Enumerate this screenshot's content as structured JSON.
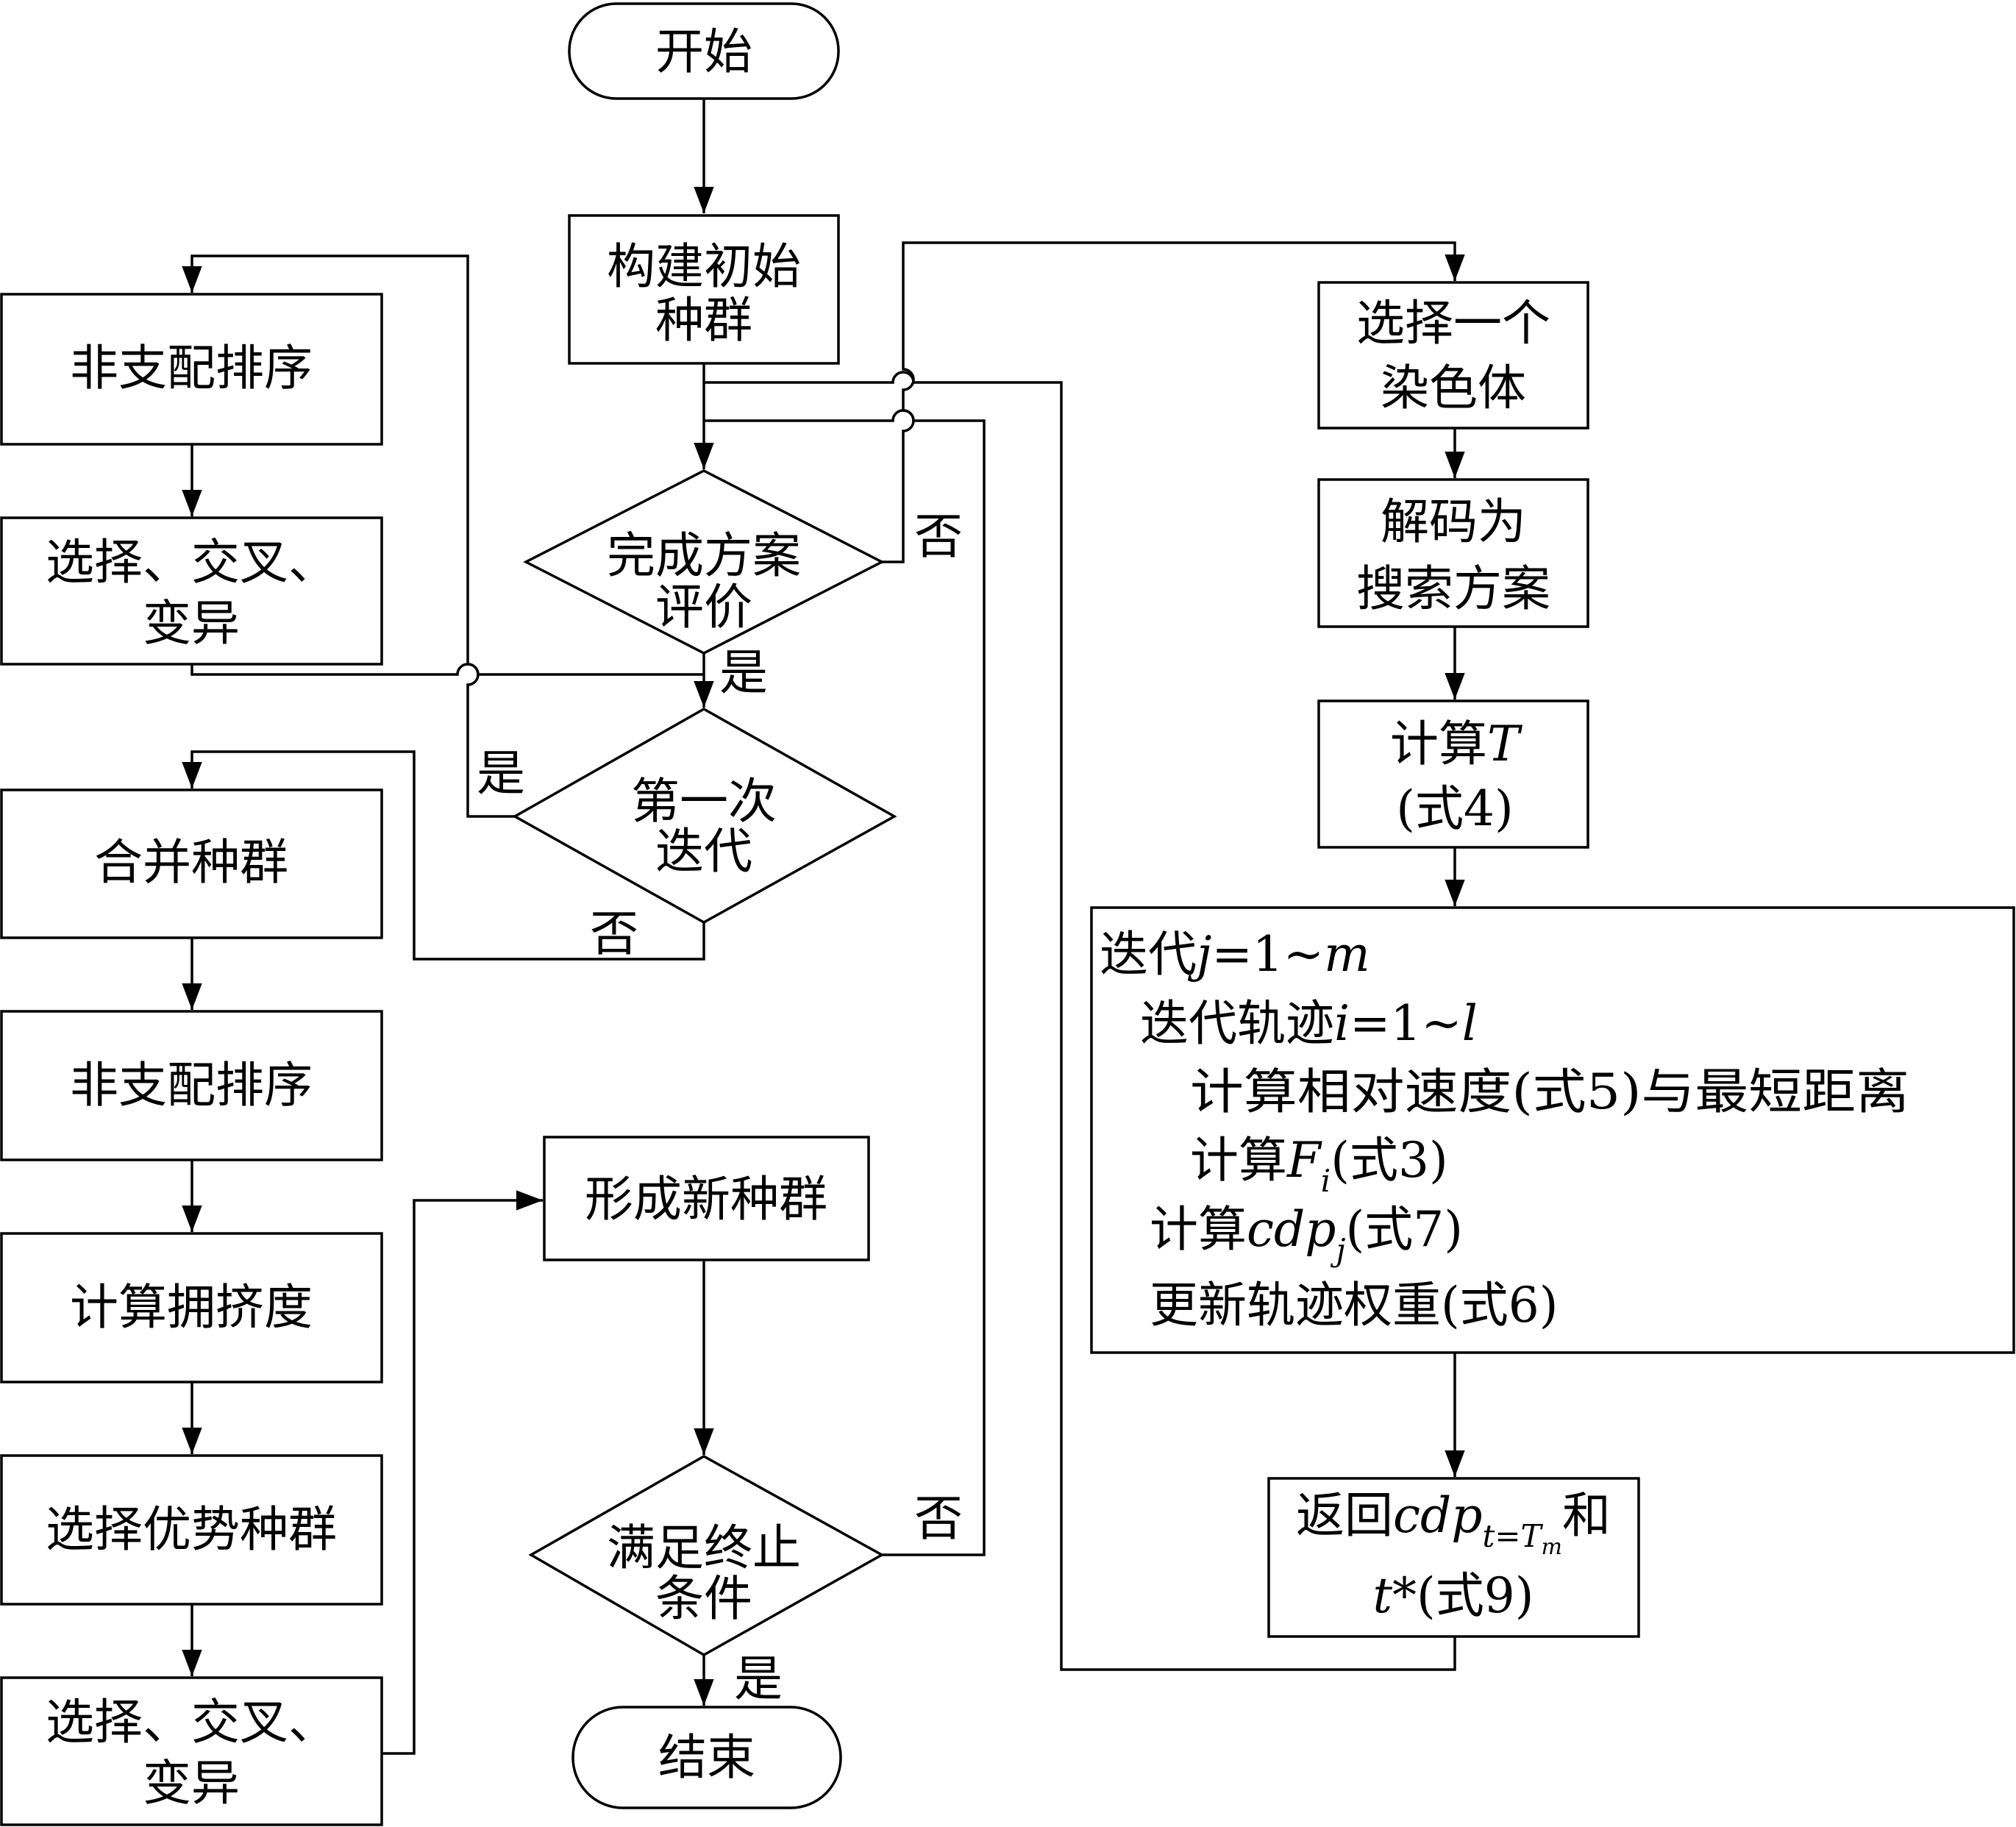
{
  "nodes": {
    "start": "开始",
    "init_pop": [
      "构建初始",
      "种群"
    ],
    "eval_complete": [
      "完成方案",
      "评价"
    ],
    "first_iter": [
      "第一次",
      "迭代"
    ],
    "sort_1": "非支配排序",
    "ga_ops_1": [
      "选择、交叉、",
      "变异"
    ],
    "merge_pop": "合并种群",
    "sort_2": "非支配排序",
    "crowding": "计算拥挤度",
    "select_dominant": "选择优势种群",
    "ga_ops_2": [
      "选择、交叉、",
      "变异"
    ],
    "new_pop": "形成新种群",
    "termination": [
      "满足终止",
      "条件"
    ],
    "end": "结束",
    "select_chromosome": [
      "选择一个",
      "染色体"
    ],
    "decode": [
      "解码为",
      "搜索方案"
    ],
    "calc_T": {
      "prefix": "计算",
      "var": "T",
      "formula": "(式4)"
    },
    "iteration_block": {
      "l1": {
        "prefix": "迭代",
        "var": "j",
        "rest": "=1~",
        "end": "m"
      },
      "l2": {
        "prefix": "迭代轨迹",
        "var": "i",
        "rest": "=1~",
        "end": "l"
      },
      "l3": "计算相对速度(式5)与最短距离",
      "l4": {
        "prefix": "计算",
        "var": "F",
        "sub": "i",
        "rest": "(式3)"
      },
      "l5": {
        "prefix": "计算",
        "var": "cdp",
        "sub": "j",
        "rest": "(式7)"
      },
      "l6": "更新轨迹权重(式6)"
    },
    "return": {
      "prefix": "返回",
      "var": "cdp",
      "sub": "t=T",
      "subsub": "m",
      "suffix": "和",
      "l2var": "t*",
      "l2rest": "(式9)"
    }
  },
  "edge_labels": {
    "eval_no": "否",
    "eval_yes": "是",
    "first_yes": "是",
    "first_no": "否",
    "term_no": "否",
    "term_yes": "是"
  }
}
